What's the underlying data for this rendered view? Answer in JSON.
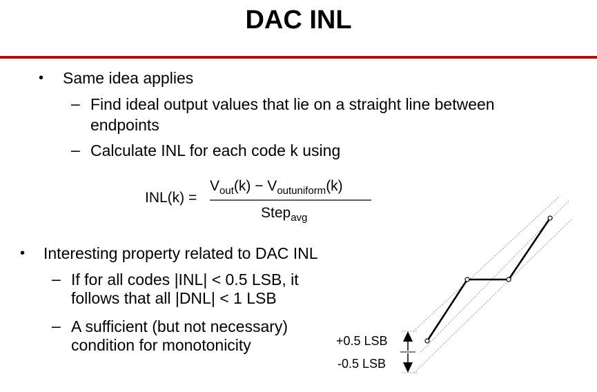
{
  "title": "DAC INL",
  "colors": {
    "rule": "#a31515"
  },
  "bullets": [
    {
      "text": "Same idea applies",
      "subs": [
        {
          "line1": "Find ideal output values that lie on a straight line between",
          "line2": "endpoints"
        },
        {
          "line1": "Calculate INL for each code k using"
        }
      ]
    },
    {
      "text": "Interesting property related to DAC INL",
      "subs": [
        {
          "line1": "If for all codes |INL| < 0.5 LSB, it",
          "line2": "follows that all |DNL| < 1 LSB"
        },
        {
          "line1": "A sufficient (but not necessary)",
          "line2": "condition for monotonicity"
        }
      ]
    }
  ],
  "formula": {
    "lhs": "INL(k) =",
    "num_v": "V",
    "num_out": "out",
    "num_k1": "(k) − V",
    "num_uniform": "outuniform",
    "num_k2": "(k)",
    "den": "Step",
    "den_sub": "avg"
  },
  "diagram": {
    "plus_label": "+0.5 LSB",
    "minus_label": "-0.5 LSB"
  }
}
